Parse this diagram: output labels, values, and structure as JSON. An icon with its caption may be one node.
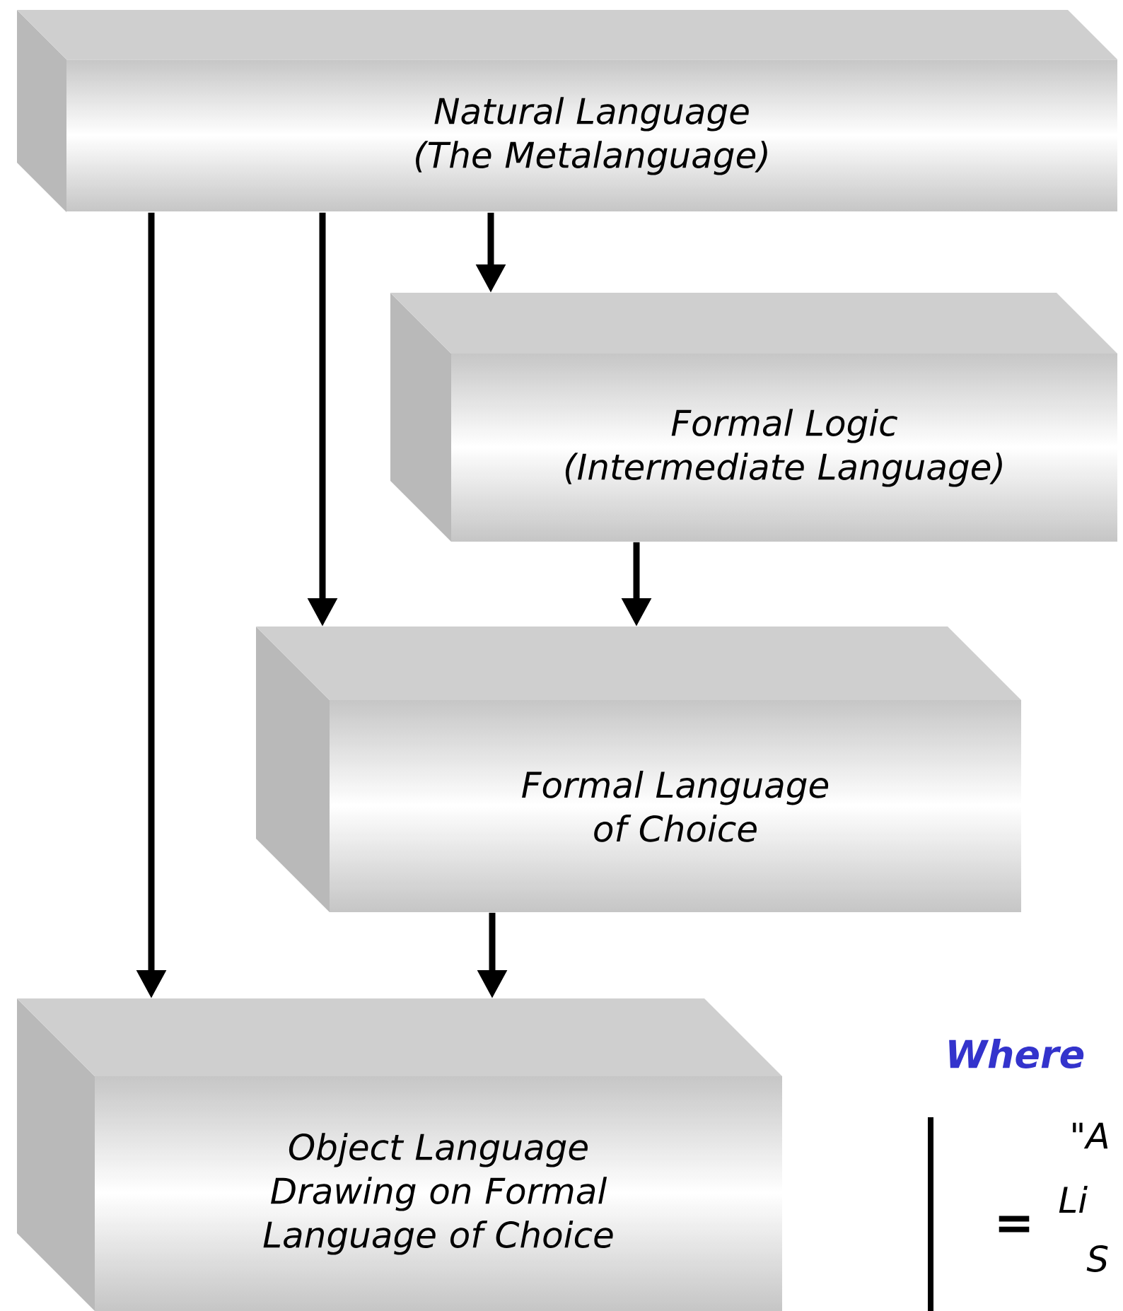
{
  "diagram": {
    "nodes": [
      {
        "text": [
          "Natural Language (The Metalanguage)"
        ]
      },
      {
        "text": [
          "Formal Logic (Intermediate Language)"
        ]
      },
      {
        "text": [
          "Formal Language of Choice"
        ]
      },
      {
        "text": [
          "Object Language Drawing on Formal Language of Choice"
        ]
      }
    ],
    "edges": [
      {
        "from": 0,
        "to": 1,
        "arrow": "to"
      },
      {
        "from": 0,
        "to": 2,
        "arrow": "to"
      },
      {
        "from": 0,
        "to": 3,
        "arrow": "to"
      },
      {
        "from": 1,
        "to": 2,
        "arrow": "to"
      },
      {
        "from": 2,
        "to": 3,
        "arrow": "to"
      }
    ],
    "labels": [
      "Where",
      "=",
      "\"A",
      "Li",
      "S"
    ]
  }
}
